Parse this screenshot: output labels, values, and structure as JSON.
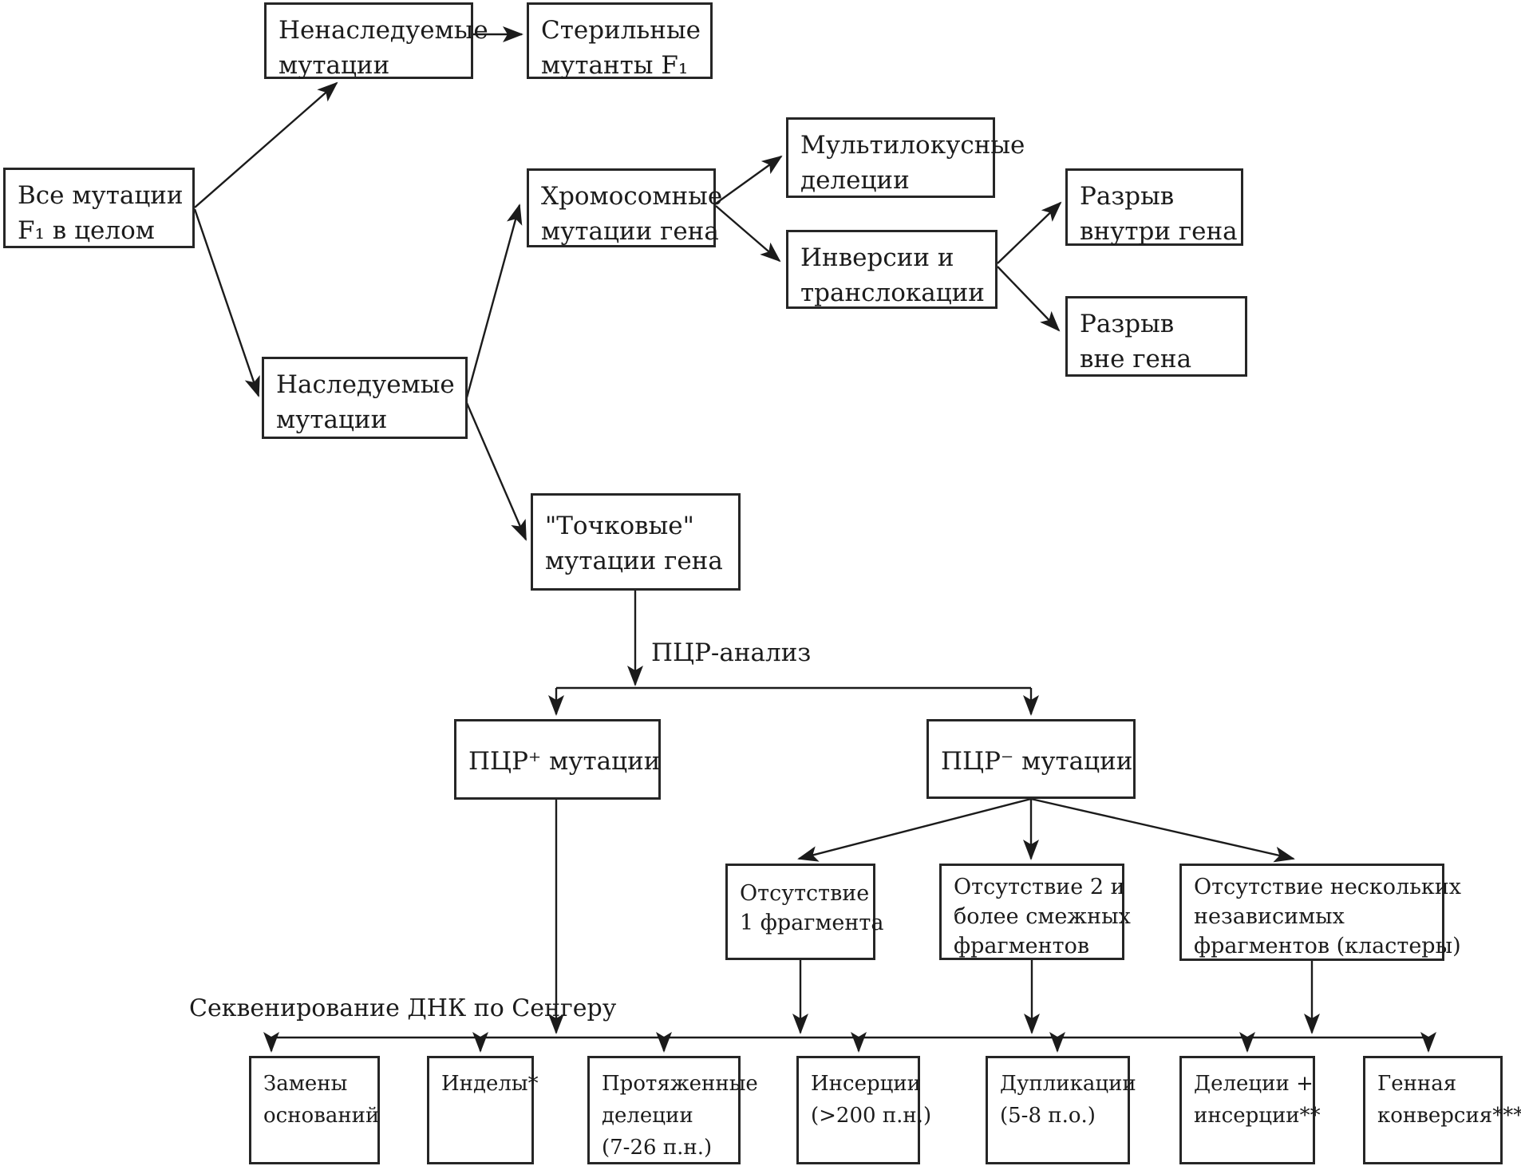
{
  "figure": {
    "background_color": "#ffffff",
    "line_color": "#1b1b1b",
    "box_border_color": "#262626"
  },
  "labels": {
    "pcr_analysis": "ПЦР-анализ",
    "sanger_sequencing": "Секвенирование ДНК по Сенгеру"
  },
  "nodes": [
    {
      "id": "all-mutations",
      "lines": [
        "Все мутации",
        "F₁ в целом"
      ]
    },
    {
      "id": "nonheritable",
      "lines": [
        "Ненаследуемые",
        "мутации"
      ]
    },
    {
      "id": "sterile-mutants",
      "lines": [
        "Стерильные",
        "мутанты F₁"
      ]
    },
    {
      "id": "chromosomal",
      "lines": [
        "Хромосомные",
        "мутации гена"
      ]
    },
    {
      "id": "multilocus-deletions",
      "lines": [
        "Мультилокусные",
        "делеции"
      ]
    },
    {
      "id": "inversions",
      "lines": [
        "Инверсии и",
        "транслокации"
      ]
    },
    {
      "id": "break-inside-gene",
      "lines": [
        "Разрыв",
        "внутри гена"
      ]
    },
    {
      "id": "break-outside-gene",
      "lines": [
        "Разрыв",
        "вне гена"
      ]
    },
    {
      "id": "heritable",
      "lines": [
        "Наследуемые",
        "мутации"
      ]
    },
    {
      "id": "point-mutations",
      "lines": [
        "\"Точковые\"",
        "мутации гена"
      ]
    },
    {
      "id": "pcr-plus",
      "lines": [
        "ПЦР⁺ мутации"
      ]
    },
    {
      "id": "pcr-minus",
      "lines": [
        "ПЦР⁻ мутации"
      ]
    },
    {
      "id": "absence-1-fragment",
      "lines": [
        "Отсутствие",
        "1 фрагмента"
      ]
    },
    {
      "id": "absence-2-adjacent",
      "lines": [
        "Отсутствие 2 и",
        "более смежных",
        "фрагментов"
      ]
    },
    {
      "id": "absence-clusters",
      "lines": [
        "Отсутствие нескольких",
        "независимых",
        "фрагментов (кластеры)"
      ]
    },
    {
      "id": "base-substitutions",
      "lines": [
        "Замены",
        "оснований"
      ]
    },
    {
      "id": "indels",
      "lines": [
        "Инделы*"
      ]
    },
    {
      "id": "long-deletions",
      "lines": [
        "Протяженные",
        "делеции",
        "(7-26 п.н.)"
      ]
    },
    {
      "id": "insertions",
      "lines": [
        "Инсерции",
        "(>200 п.н.)"
      ]
    },
    {
      "id": "duplications",
      "lines": [
        "Дупликации",
        "(5-8 п.о.)"
      ]
    },
    {
      "id": "deletions-insertions",
      "lines": [
        "Делеции +",
        "инсерции**"
      ]
    },
    {
      "id": "gene-conversion",
      "lines": [
        "Генная",
        "конверсия***"
      ]
    }
  ]
}
